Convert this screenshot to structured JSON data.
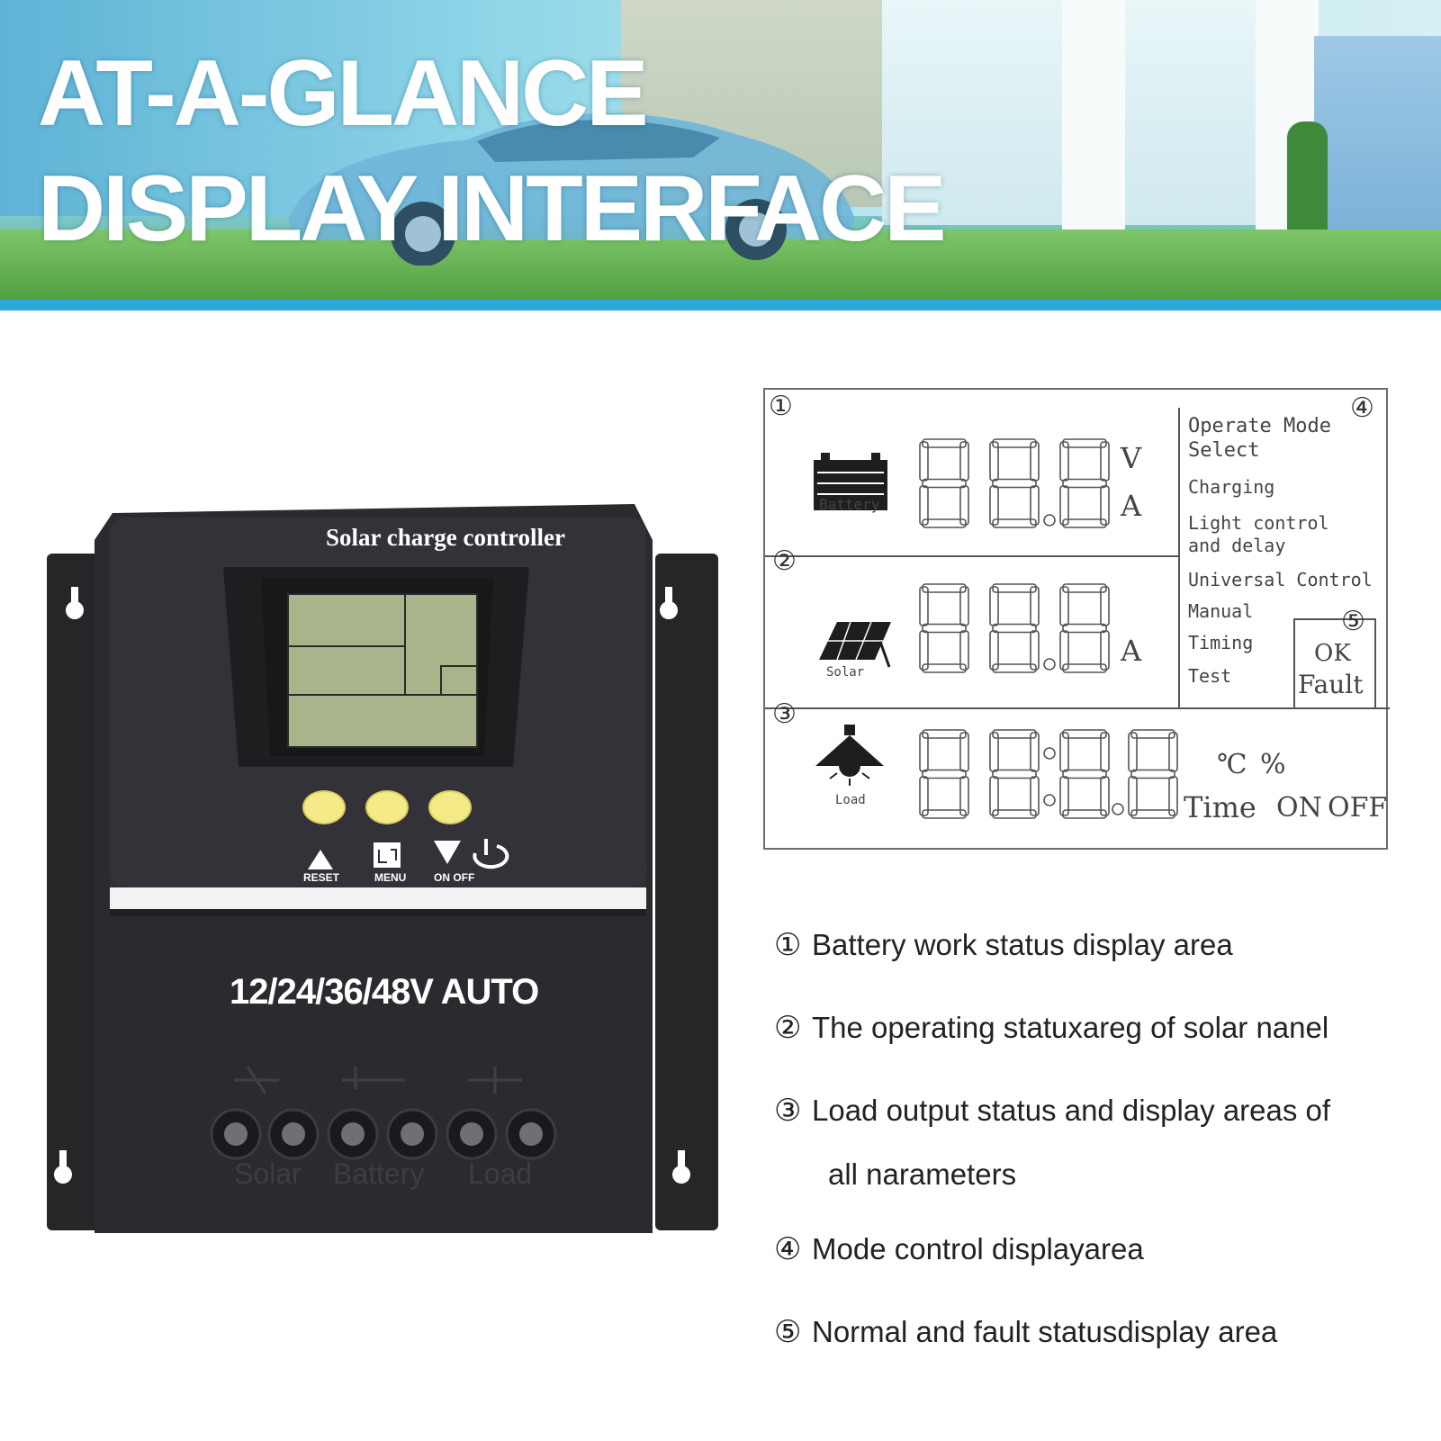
{
  "banner": {
    "title_line1": "AT-A-GLANCE",
    "title_line2": "DISPLAY INTERFACE"
  },
  "device": {
    "title": "Solar charge controller",
    "voltage_label": "12/24/36/48V AUTO",
    "buttons": {
      "reset_label": "RESET",
      "menu_label": "MENU",
      "onoff_label": "ON OFF"
    },
    "terminal_labels": {
      "solar": "Solar",
      "battery": "Battery",
      "load": "Load"
    },
    "colors": {
      "body": "#2b2b2f",
      "button": "#f4ea87",
      "lcd": "#a9b48a"
    }
  },
  "diagram": {
    "markers": [
      "①",
      "②",
      "③",
      "④",
      "⑤"
    ],
    "battery": {
      "caption": "Battery",
      "digits": "88.8",
      "units": [
        "V",
        "A"
      ]
    },
    "solar": {
      "caption": "Solar",
      "digits": "88.8",
      "unit": "A"
    },
    "load": {
      "caption": "Load",
      "digits": "88:8.8",
      "units": [
        "℃",
        "%"
      ],
      "bottom_labels": [
        "Time",
        "ON",
        "OFF"
      ]
    },
    "mode_panel": {
      "heading_line1": "Operate Mode",
      "heading_line2": "Select",
      "items": [
        "Charging",
        "Light control",
        "and delay",
        "Universal Control",
        "Manual",
        "Timing",
        "Test"
      ]
    },
    "status_panel": {
      "ok": "OK",
      "fault": "Fault"
    }
  },
  "legend": [
    {
      "marker": "①",
      "text": "Battery work status display area"
    },
    {
      "marker": "②",
      "text": "The operating statuxareg of solar nanel"
    },
    {
      "marker": "③",
      "text": "Load output status and display areas of"
    },
    {
      "marker": "",
      "text": "all narameters"
    },
    {
      "marker": "④",
      "text": "Mode control displayarea"
    },
    {
      "marker": "⑤",
      "text": "Normal and fault statusdisplay area"
    }
  ]
}
